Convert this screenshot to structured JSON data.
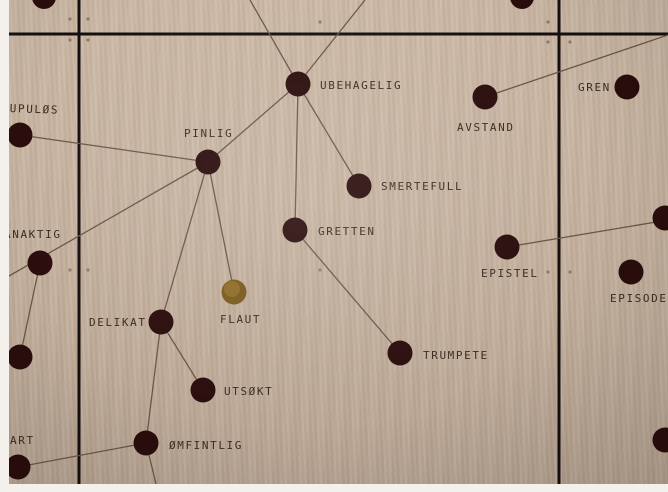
{
  "colors": {
    "panel": "#c8b4a1",
    "seam": "#141010",
    "hole": "#2a0d0c",
    "hole_gold": "#7a5a1e",
    "line": "#6b5748",
    "text": "#3a2c22"
  },
  "words": {
    "ubehagelig": "UBEHAGELIG",
    "avstand": "AVSTAND",
    "gren": "GREN",
    "pinlig": "PINLIG",
    "upuløs": "UPULØS",
    "smertefull": "SMERTEFULL",
    "gretten": "GRETTEN",
    "anaktig": "ANAKTIG",
    "epistel": "EPISTEL",
    "episode": "EPISODE",
    "flaut": "FLAUT",
    "delikat": "DELIKAT",
    "trumpete": "TRUMPETE",
    "utsøkt": "UTSØKT",
    "art": "ART",
    "ømfintlig": "ØMFINTLIG"
  }
}
